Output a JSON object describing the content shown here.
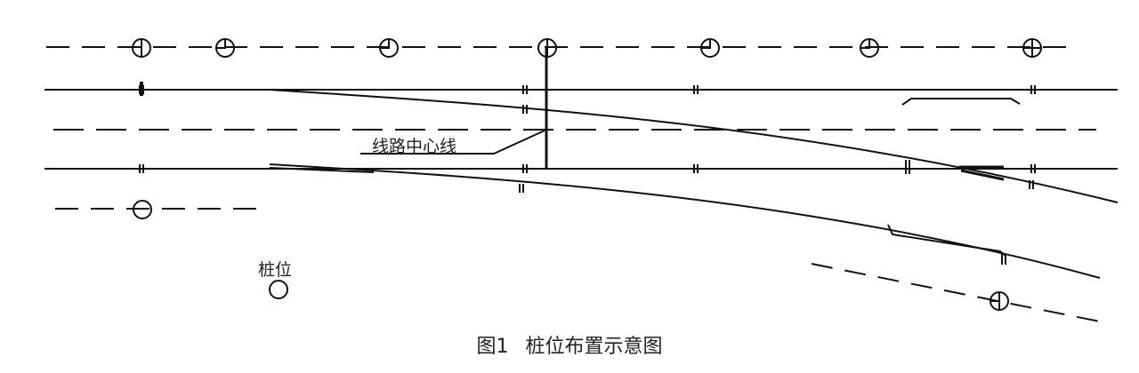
{
  "labels": {
    "center_line": "线路中心线",
    "stake_legend": "桩位"
  },
  "caption": {
    "figure_no": "图1",
    "title": "桩位布置示意图"
  },
  "colors": {
    "ink": "#111111",
    "text": "#222222"
  },
  "symbols": {
    "stake": "circle-icon",
    "stake_with_tick": "circle-tick-icon"
  }
}
